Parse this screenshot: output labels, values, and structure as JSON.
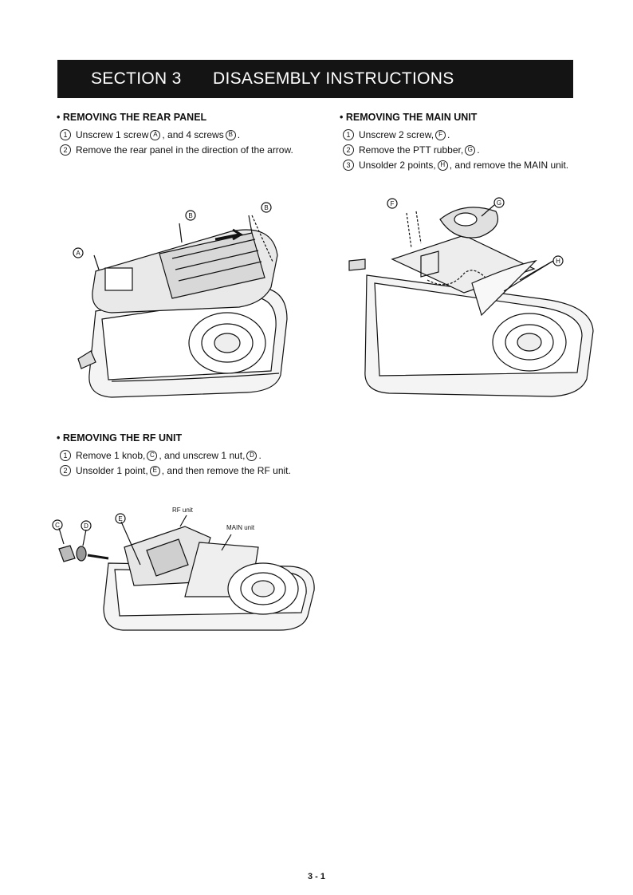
{
  "header": {
    "section_number": "SECTION 3",
    "section_title": "DISASEMBLY INSTRUCTIONS"
  },
  "rear_panel": {
    "heading": "• REMOVING THE REAR PANEL",
    "steps": [
      {
        "num": "1",
        "parts": [
          "Unscrew 1 screw ",
          "A",
          ", and 4 screws ",
          "B",
          "."
        ]
      },
      {
        "num": "2",
        "parts": [
          "Remove the rear panel in the direction of the arrow."
        ]
      }
    ],
    "figure_labels": [
      "A",
      "B",
      "B"
    ]
  },
  "main_unit": {
    "heading": "• REMOVING THE MAIN UNIT",
    "steps": [
      {
        "num": "1",
        "parts": [
          "Unscrew 2 screw, ",
          "F",
          "."
        ]
      },
      {
        "num": "2",
        "parts": [
          "Remove the PTT rubber, ",
          "G",
          "."
        ]
      },
      {
        "num": "3",
        "parts": [
          "Unsolder 2 points, ",
          "H",
          ", and remove the MAIN unit."
        ]
      }
    ],
    "figure_labels": [
      "F",
      "G",
      "H"
    ]
  },
  "rf_unit": {
    "heading": "• REMOVING THE RF UNIT",
    "steps": [
      {
        "num": "1",
        "parts": [
          "Remove 1 knob, ",
          "C",
          ", and unscrew 1 nut, ",
          "D",
          "."
        ]
      },
      {
        "num": "2",
        "parts": [
          "Unsolder 1 point, ",
          "E",
          ", and then remove the RF unit."
        ]
      }
    ],
    "figure_labels": [
      "C",
      "D",
      "E"
    ],
    "label_rf": "RF unit",
    "label_main": "MAIN unit"
  },
  "page_number": "3 - 1"
}
